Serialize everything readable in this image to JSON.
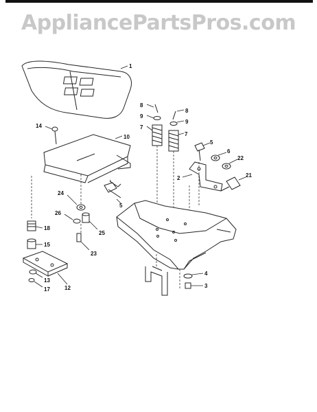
{
  "watermark": "AppliancePartsPros.com",
  "callouts": {
    "c1": "1",
    "c2": "2",
    "c3": "3",
    "c4": "4",
    "c5a": "5",
    "c5b": "5",
    "c6": "6",
    "c7a": "7",
    "c7b": "7",
    "c8a": "8",
    "c8b": "8",
    "c9a": "9",
    "c9b": "9",
    "c10": "10",
    "c12": "12",
    "c13": "13",
    "c14": "14",
    "c15": "15",
    "c17": "17",
    "c18": "18",
    "c21": "21",
    "c22": "22",
    "c23": "23",
    "c24": "24",
    "c25": "25",
    "c26": "26"
  }
}
